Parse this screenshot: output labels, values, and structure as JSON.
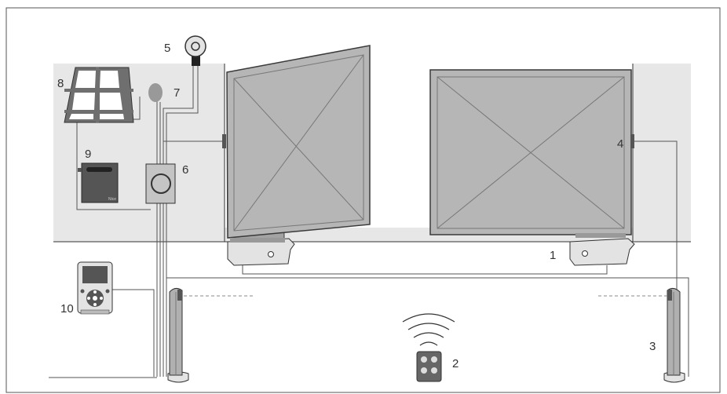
{
  "colors": {
    "frame": "#555555",
    "wall": "#e7e7e7",
    "gate_fill": "#b6b6b6",
    "gate_stroke": "#3a3a3a",
    "wire": "#555555",
    "device_dark": "#444444",
    "solar_panel": "#6f6f6f"
  },
  "icons": {
    "solar_panel": "solar-panel-icon",
    "control_unit": "control-unit-icon",
    "key_selector": "key-selector-icon",
    "flashing_light": "flashing-light-icon",
    "antenna": "antenna-icon",
    "photocell": "photocell-icon",
    "column": "photocell-column-icon",
    "transmitter": "remote-transmitter-icon",
    "programmer": "programming-unit-icon"
  },
  "labels": {
    "l1": "1",
    "l2": "2",
    "l3": "3",
    "l4": "4",
    "l5": "5",
    "l6": "6",
    "l7": "7",
    "l8": "8",
    "l9": "9",
    "l10": "10"
  },
  "control_unit_brand": "Nice"
}
